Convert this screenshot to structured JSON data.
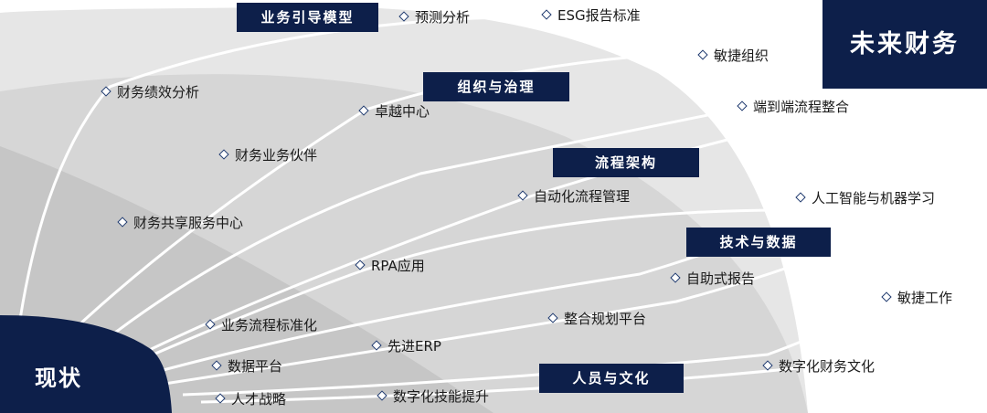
{
  "future_label": "未来财务",
  "current_label": "现状",
  "categories": [
    {
      "name": "business-guidance-model",
      "text": "业务引导模型"
    },
    {
      "name": "organization-governance",
      "text": "组织与治理"
    },
    {
      "name": "process-architecture",
      "text": "流程架构"
    },
    {
      "name": "technology-data",
      "text": "技术与数据"
    },
    {
      "name": "people-culture",
      "text": "人员与文化"
    }
  ],
  "items": [
    {
      "name": "forecast-analysis",
      "text": "预测分析"
    },
    {
      "name": "esg-report-standard",
      "text": "ESG报告标准"
    },
    {
      "name": "agile-organization",
      "text": "敏捷组织"
    },
    {
      "name": "financial-performance-analysis",
      "text": "财务绩效分析"
    },
    {
      "name": "center-of-excellence",
      "text": "卓越中心"
    },
    {
      "name": "end-to-end-process-integration",
      "text": "端到端流程整合"
    },
    {
      "name": "finance-business-partner",
      "text": "财务业务伙伴"
    },
    {
      "name": "automated-process-management",
      "text": "自动化流程管理"
    },
    {
      "name": "ai-machine-learning",
      "text": "人工智能与机器学习"
    },
    {
      "name": "finance-shared-service-center",
      "text": "财务共享服务中心"
    },
    {
      "name": "rpa-application",
      "text": "RPA应用"
    },
    {
      "name": "self-service-reporting",
      "text": "自助式报告"
    },
    {
      "name": "agile-work",
      "text": "敏捷工作"
    },
    {
      "name": "business-process-standardization",
      "text": "业务流程标准化"
    },
    {
      "name": "integrated-planning-platform",
      "text": "整合规划平台"
    },
    {
      "name": "advanced-erp",
      "text": "先进ERP"
    },
    {
      "name": "data-platform",
      "text": "数据平台"
    },
    {
      "name": "digital-finance-culture",
      "text": "数字化财务文化"
    },
    {
      "name": "talent-strategy",
      "text": "人才战略"
    },
    {
      "name": "digital-skills-improvement",
      "text": "数字化技能提升"
    }
  ]
}
